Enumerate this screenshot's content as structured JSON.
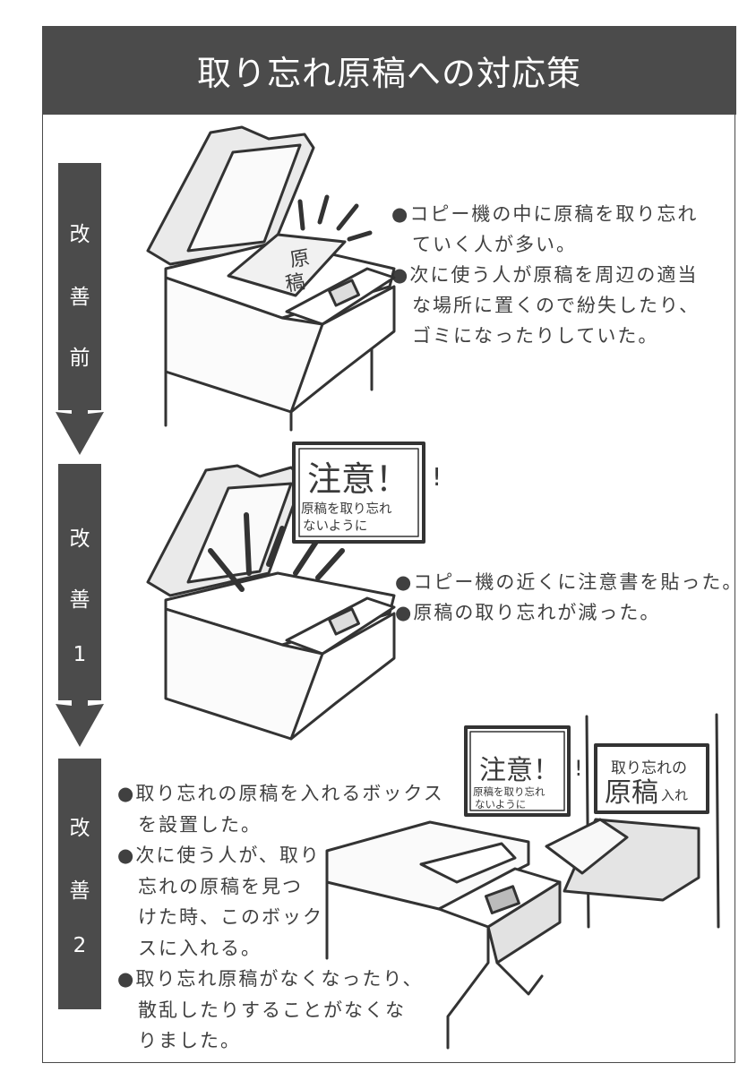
{
  "title": "取り忘れ原稿への対応策",
  "stages": [
    {
      "label_chars": [
        "改",
        "善",
        "前"
      ],
      "bullets": [
        [
          "●コピー機の中に原稿を取り忘れ",
          "ていく人が多い。"
        ],
        [
          "●次に使う人が原稿を周辺の適当",
          "な場所に置くので紛失したり、",
          "ゴミになったりしていた。"
        ]
      ],
      "illustration": {
        "paper_label": [
          "原",
          "稿"
        ]
      }
    },
    {
      "label_chars": [
        "改",
        "善",
        "1"
      ],
      "bullets": [
        [
          "●コピー機の近くに注意書を貼った。"
        ],
        [
          "●原稿の取り忘れが減った。"
        ]
      ],
      "illustration": {
        "sign_title": "注意！",
        "sign_exclaim": "!",
        "sign_lines": [
          "原稿を取り忘れ",
          "ないように"
        ]
      }
    },
    {
      "label_chars": [
        "改",
        "善",
        "2"
      ],
      "bullets": [
        [
          "●取り忘れの原稿を入れるボックス",
          "を設置した。"
        ],
        [
          "●次に使う人が、取り",
          "忘れの原稿を見つ",
          "けた時、このボック",
          "スに入れる。"
        ],
        [
          "●取り忘れ原稿がなくなったり、",
          "散乱したりすることがなくな",
          "りました。"
        ]
      ],
      "illustration": {
        "sign_title": "注意！",
        "sign_exclaim": "!",
        "sign_lines": [
          "原稿を取り忘れ",
          "ないように"
        ],
        "box_sign_line1": "取り忘れの",
        "box_sign_big": "原稿",
        "box_sign_small": "入れ"
      }
    }
  ],
  "colors": {
    "header_bg": "#4b4b4b",
    "header_text": "#ffffff",
    "text": "#404040",
    "screen_tone": "#d9d9d9"
  }
}
